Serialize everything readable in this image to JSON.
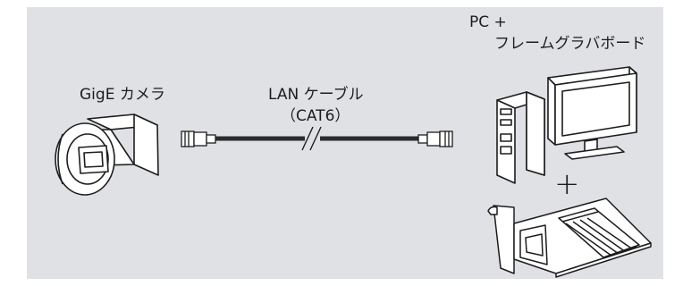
{
  "labels": {
    "camera": "GigE カメラ",
    "cable": "LAN ケーブル",
    "cable_spec": "（CAT6）",
    "pc": "PC +",
    "frame_grabber": "フレームグラバボード",
    "plus": "+"
  },
  "colors": {
    "background": "#dfe1e5",
    "stroke": "#1d1d1d",
    "fill": "#ffffff",
    "cable": "#2b2b2b"
  },
  "icons": [
    "camera-icon",
    "connector-icon",
    "cable-break-icon",
    "pc-tower-icon",
    "monitor-icon",
    "frame-grabber-board-icon"
  ]
}
